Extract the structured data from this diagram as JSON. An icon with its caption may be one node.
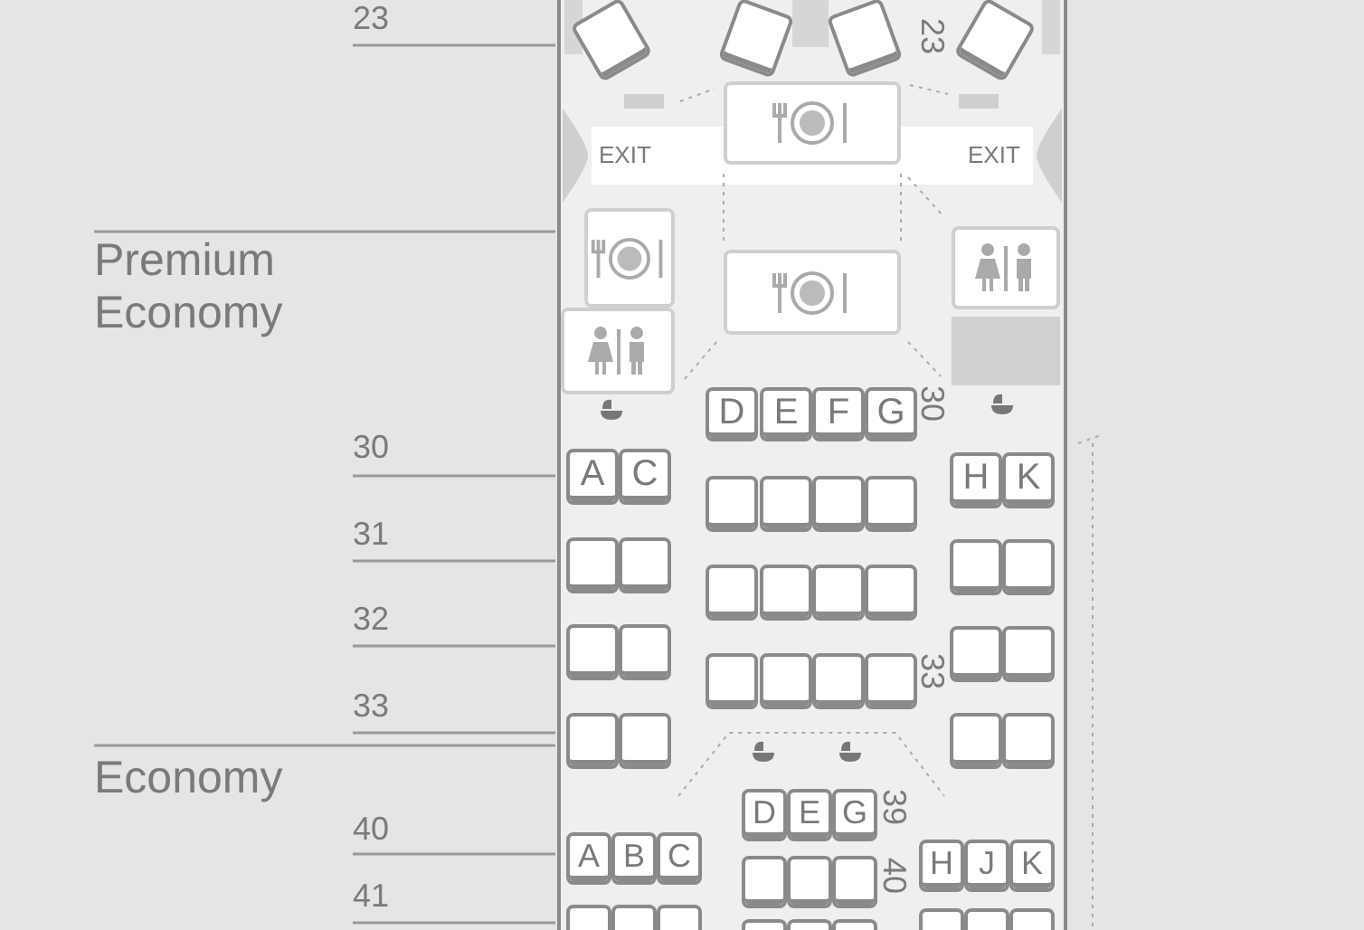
{
  "diagram": {
    "nodes": [
      {
        "text": [],
        "shape": "box"
      },
      {
        "text": [],
        "shape": "box"
      },
      {
        "text": [],
        "shape": "box"
      },
      {
        "text": [],
        "shape": "box"
      },
      {
        "text": [],
        "shape": "box"
      },
      {
        "text": [],
        "shape": "box"
      },
      {
        "text": [],
        "shape": "box"
      },
      {
        "text": [],
        "shape": "box"
      },
      {
        "text": [],
        "shape": "box"
      },
      {
        "text": [
          "D"
        ]
      },
      {
        "text": [
          "E"
        ]
      },
      {
        "text": [
          "F"
        ]
      },
      {
        "text": [
          "G"
        ]
      },
      {
        "text": [
          "A"
        ]
      },
      {
        "text": [
          "C"
        ]
      },
      {
        "text": [
          "H"
        ]
      },
      {
        "text": [
          "K"
        ]
      },
      {
        "text": [],
        "shape": "box"
      },
      {
        "text": [],
        "shape": "box"
      },
      {
        "text": [],
        "shape": "box"
      },
      {
        "text": [],
        "shape": "box"
      },
      {
        "text": [],
        "shape": "box"
      },
      {
        "text": [],
        "shape": "box"
      },
      {
        "text": [],
        "shape": "box"
      },
      {
        "text": [],
        "shape": "box"
      },
      {
        "text": [],
        "shape": "box"
      },
      {
        "text": [],
        "shape": "box"
      },
      {
        "text": [],
        "shape": "box"
      },
      {
        "text": [],
        "shape": "box"
      },
      {
        "text": [],
        "shape": "box"
      },
      {
        "text": [],
        "shape": "box"
      },
      {
        "text": [],
        "shape": "box"
      },
      {
        "text": [],
        "shape": "box"
      },
      {
        "text": [],
        "shape": "box"
      },
      {
        "text": [],
        "shape": "box"
      },
      {
        "text": [],
        "shape": "box"
      },
      {
        "text": [],
        "shape": "box"
      },
      {
        "text": [],
        "shape": "box"
      },
      {
        "text": [],
        "shape": "box"
      },
      {
        "text": [],
        "shape": "box"
      },
      {
        "text": [],
        "shape": "box"
      },
      {
        "text": [
          "D"
        ]
      },
      {
        "text": [
          "E"
        ]
      },
      {
        "text": [
          "G"
        ]
      },
      {
        "text": [
          "A"
        ]
      },
      {
        "text": [
          "B"
        ]
      },
      {
        "text": [
          "C"
        ]
      },
      {
        "text": [
          "H"
        ]
      },
      {
        "text": [
          "J"
        ]
      },
      {
        "text": [
          "K"
        ]
      },
      {
        "text": [],
        "shape": "box"
      },
      {
        "text": [],
        "shape": "box"
      },
      {
        "text": [],
        "shape": "box"
      },
      {
        "text": [],
        "shape": "box"
      },
      {
        "text": [],
        "shape": "box"
      },
      {
        "text": [],
        "shape": "box"
      },
      {
        "text": [],
        "shape": "box"
      },
      {
        "text": [],
        "shape": "box"
      },
      {
        "text": [],
        "shape": "box"
      },
      {
        "text": [],
        "shape": "box"
      },
      {
        "text": [],
        "shape": "box"
      },
      {
        "text": [],
        "shape": "box"
      }
    ],
    "labels": [
      "23",
      "23",
      "EXIT",
      "EXIT",
      "Premium Economy",
      "30",
      "30",
      "31",
      "32",
      "33",
      "33",
      "Economy",
      "39",
      "40",
      "40",
      "41"
    ]
  }
}
